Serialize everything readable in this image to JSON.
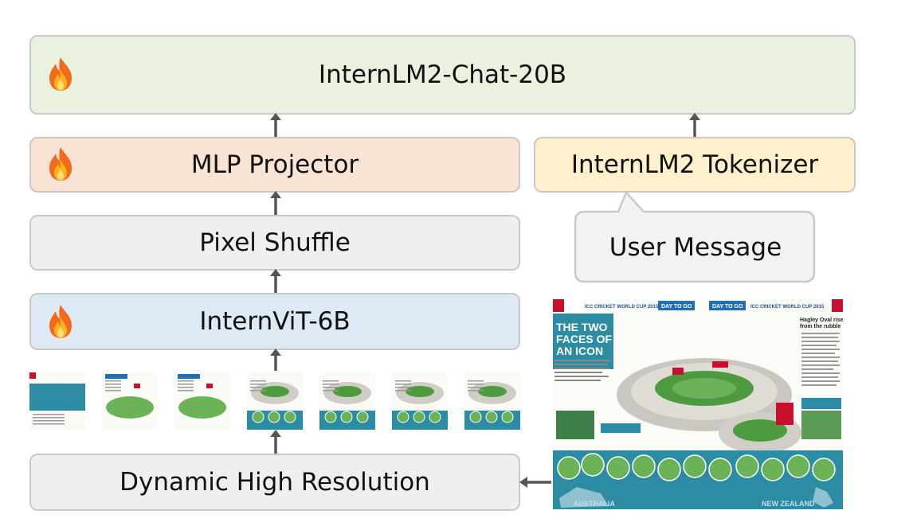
{
  "llm": {
    "label": "InternLM2-Chat-20B",
    "fill": "#e8f2de",
    "trainable_icon": "fire-icon"
  },
  "projector": {
    "label": "MLP Projector",
    "fill": "#f8e3d5",
    "trainable_icon": "fire-icon"
  },
  "tokenizer": {
    "label": "InternLM2 Tokenizer",
    "fill": "#fdf1cd"
  },
  "pixel_shuffle": {
    "label": "Pixel Shuffle",
    "fill": "#efefef"
  },
  "vit": {
    "label": "InternViT-6B",
    "fill": "#dee9f6",
    "trainable_icon": "fire-icon"
  },
  "dynamic_res": {
    "label": "Dynamic High Resolution",
    "fill": "#efefef"
  },
  "user_message": {
    "label": "User Message"
  },
  "newspaper": {
    "header_left": "ICC CRICKET WORLD CUP 2015",
    "header_right": "ICC CRICKET WORLD CUP 2015",
    "day_to_go": "DAY TO GO",
    "headline": "THE TWO FACES OF AN ICON",
    "headline_right": "Hagley Oval rises from the rubble",
    "footer_left": "AUSTRALIA",
    "footer_right": "NEW ZEALAND"
  },
  "tiles": {
    "count": 7
  }
}
